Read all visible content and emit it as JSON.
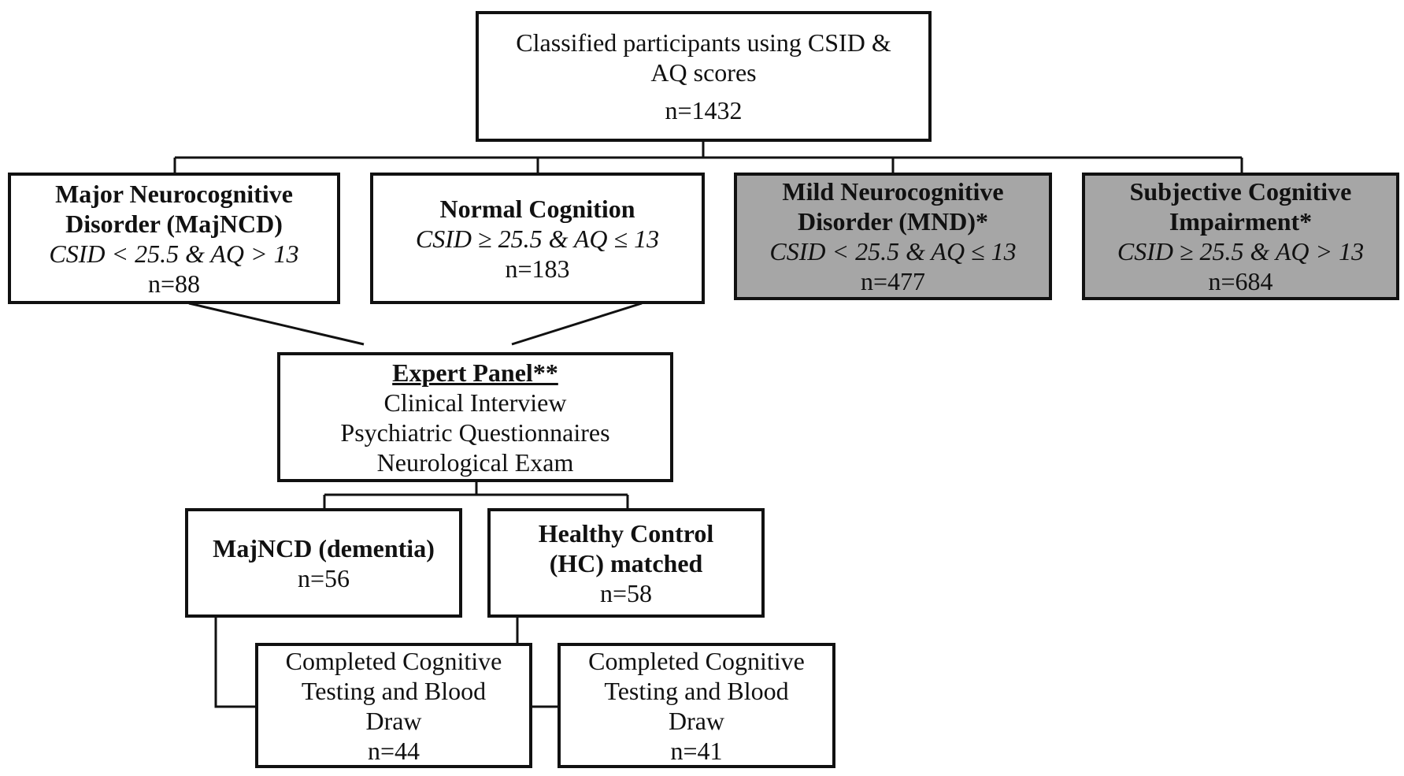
{
  "root": {
    "line1": "Classified participants using CSID &",
    "line2": "AQ scores",
    "n": "n=1432"
  },
  "groups": {
    "majncd": {
      "title1": "Major Neurocognitive",
      "title2": "Disorder (MajNCD)",
      "criteria": "CSID < 25.5 & AQ > 13",
      "n": "n=88"
    },
    "normal": {
      "title1": "Normal Cognition",
      "criteria": "CSID ≥ 25.5 & AQ ≤ 13",
      "n": "n=183"
    },
    "mnd": {
      "title1": "Mild Neurocognitive",
      "title2": "Disorder (MND)*",
      "criteria": "CSID < 25.5 & AQ ≤ 13",
      "n": "n=477"
    },
    "sci": {
      "title1": "Subjective Cognitive",
      "title2": "Impairment*",
      "criteria": "CSID ≥ 25.5 & AQ > 13",
      "n": "n=684"
    }
  },
  "panel": {
    "title": "Expert Panel**",
    "item1": "Clinical Interview",
    "item2": "Psychiatric Questionnaires",
    "item3": "Neurological Exam"
  },
  "outcomes": {
    "dementia": {
      "title": "MajNCD (dementia)",
      "n": "n=56"
    },
    "hc": {
      "title1": "Healthy Control",
      "title2": "(HC) matched",
      "n": "n=58"
    }
  },
  "completed": {
    "dementia": {
      "line1": "Completed Cognitive",
      "line2": "Testing and Blood",
      "line3": "Draw",
      "n": "n=44"
    },
    "hc": {
      "line1": "Completed Cognitive",
      "line2": "Testing and Blood",
      "line3": "Draw",
      "n": "n=41"
    }
  },
  "colors": {
    "stroke": "#111111",
    "gray_fill": "#a6a6a6"
  }
}
